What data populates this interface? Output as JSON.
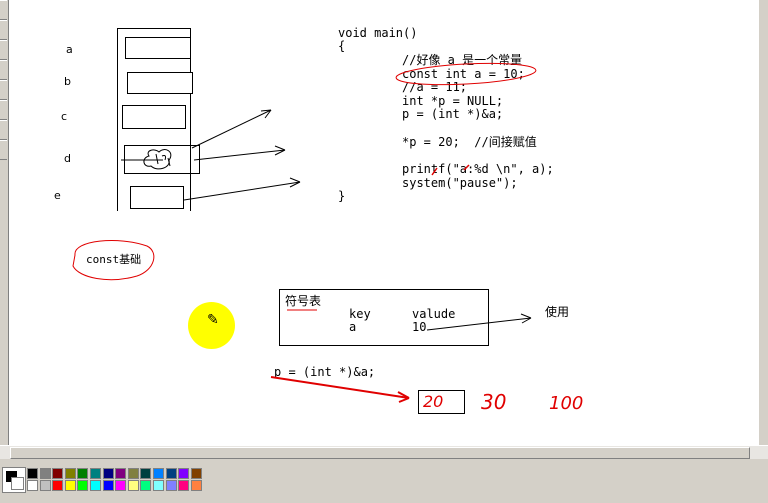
{
  "memory_labels": [
    "a",
    "b",
    "c",
    "d",
    "e"
  ],
  "code": {
    "line1": "void main()",
    "line2": "{",
    "comment1": "//好像 a 是一个常量",
    "const_line": "const int a = 10;",
    "comment2": "//a = 11;",
    "ptr_decl": "int *p = NULL;",
    "ptr_assign": "p = (int *)&a;",
    "indirect": "*p = 20;  //间接赋值",
    "printf_line": "printf(\"a:%d \\n\", a);",
    "system_line": "system(\"pause\");",
    "close": "}"
  },
  "const_basics": "const基础",
  "symbol_table": {
    "title": "符号表",
    "col_key": "key",
    "col_value": "valude",
    "row_key": "a",
    "row_value": "10",
    "use_label": "使用"
  },
  "bottom_code": "p = (int *)&a;",
  "handwritten": {
    "boxed_value": "20",
    "value2": "30",
    "value3": "100",
    "scribble_in_d": "(?)"
  },
  "palette_colors": {
    "row1": [
      "#000000",
      "#808080",
      "#800000",
      "#808000",
      "#008000",
      "#008080",
      "#000080",
      "#800080",
      "#808040",
      "#004040",
      "#0080ff",
      "#004080",
      "#8000ff",
      "#804000"
    ],
    "row2": [
      "#ffffff",
      "#c0c0c0",
      "#ff0000",
      "#ffff00",
      "#00ff00",
      "#00ffff",
      "#0000ff",
      "#ff00ff",
      "#ffff80",
      "#00ff80",
      "#80ffff",
      "#8080ff",
      "#ff0080",
      "#ff8040"
    ]
  },
  "icons": [
    "pencil-cursor-icon"
  ]
}
